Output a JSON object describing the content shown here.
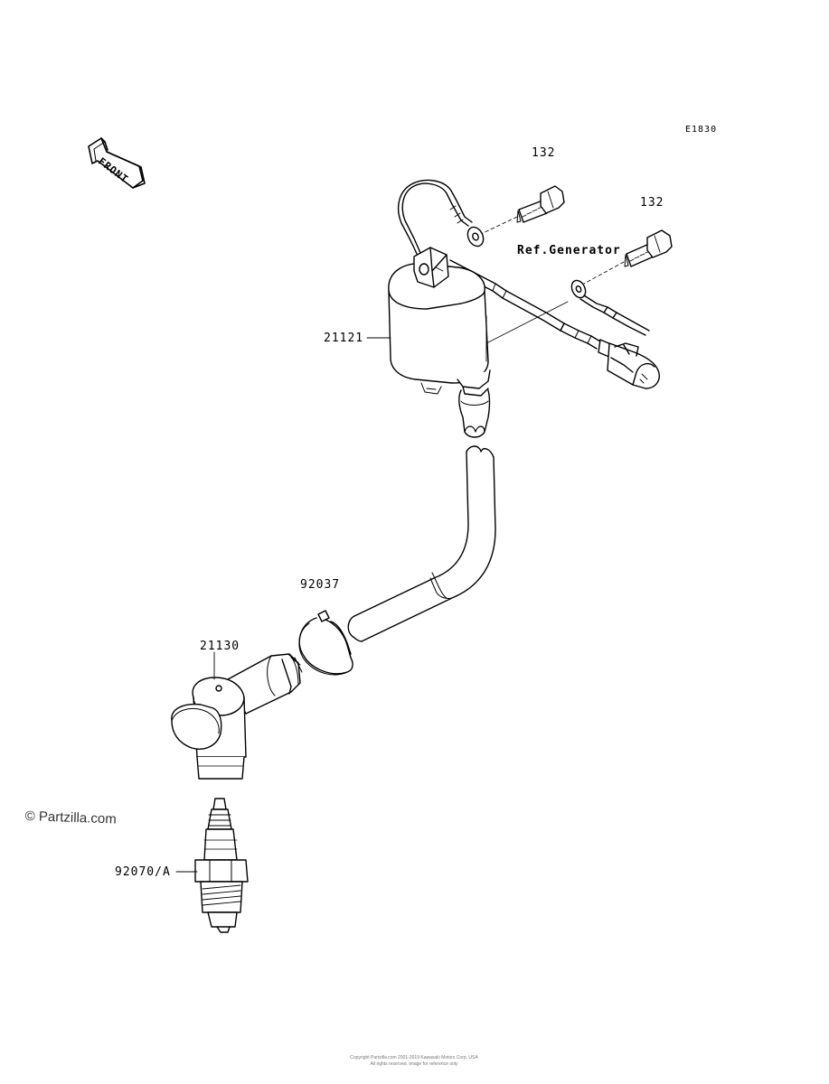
{
  "diagram": {
    "code": "E1830",
    "front_label": "FRONT",
    "watermark": "© Partzilla.com",
    "callouts": {
      "bolt_top": "132",
      "bolt_right": "132",
      "ref_generator": "Ref.Generator",
      "ignition_coil": "21121",
      "clamp": "92037",
      "plug_cap": "21130",
      "spark_plug": "92070/A"
    },
    "footer_line1": "Copyright Partzilla.com 2001-2019 Kawasaki Motors Corp. USA",
    "footer_line2": "All rights reserved. Image for reference only"
  }
}
